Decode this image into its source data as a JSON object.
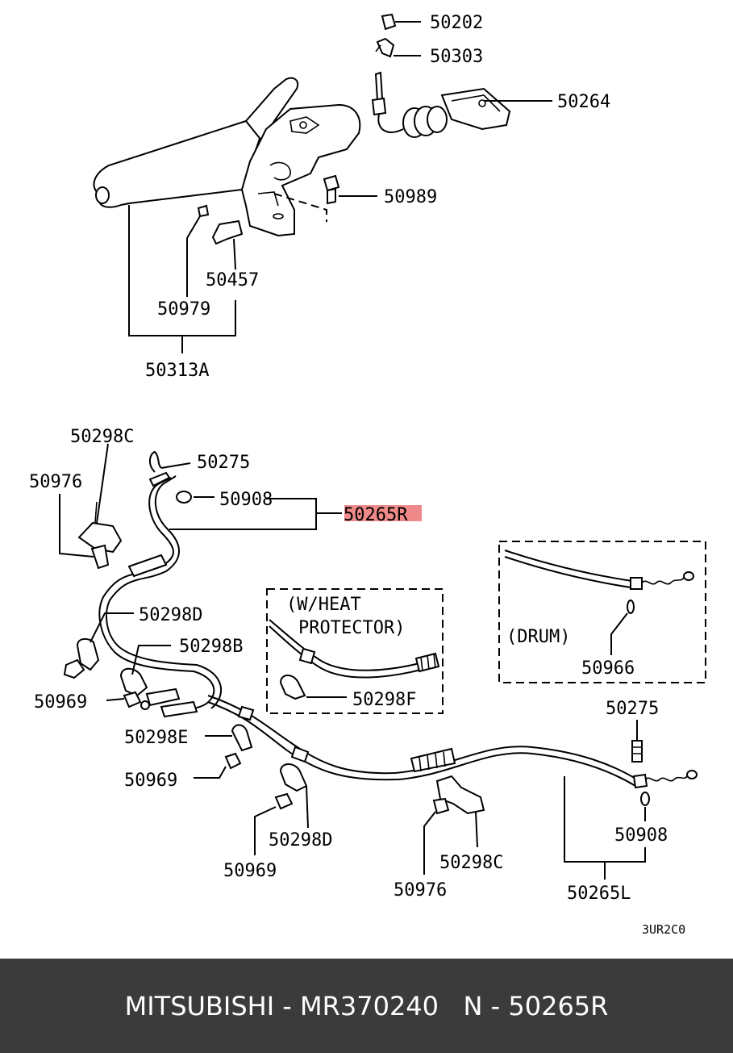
{
  "labels": {
    "l50202": "50202",
    "l50303": "50303",
    "l50264": "50264",
    "l50989": "50989",
    "l50457": "50457",
    "l50979": "50979",
    "l50313A": "50313A",
    "l50298C_top": "50298C",
    "l50275_top": "50275",
    "l50976_top": "50976",
    "l50908_top": "50908",
    "l50265R": "50265R",
    "l50298D_top": "50298D",
    "l50298B": "50298B",
    "l50969_a": "50969",
    "l50298E": "50298E",
    "l50969_b": "50969",
    "l50298D_bottom": "50298D",
    "l50969_c": "50969",
    "l50976_bottom": "50976",
    "l50298C_bottom": "50298C",
    "l50275_right": "50275",
    "l50908_right": "50908",
    "l50265L": "50265L",
    "l50966": "50966",
    "l50298F": "50298F",
    "heat_line1": "(W/HEAT",
    "heat_line2": "PROTECTOR)",
    "drum": "(DRUM)",
    "code": "3UR2C0"
  },
  "highlight_color": "#f08a8a",
  "footer": {
    "text": "MITSUBISHI - MR370240   N - 50265R",
    "background": "#3b3b3b"
  }
}
